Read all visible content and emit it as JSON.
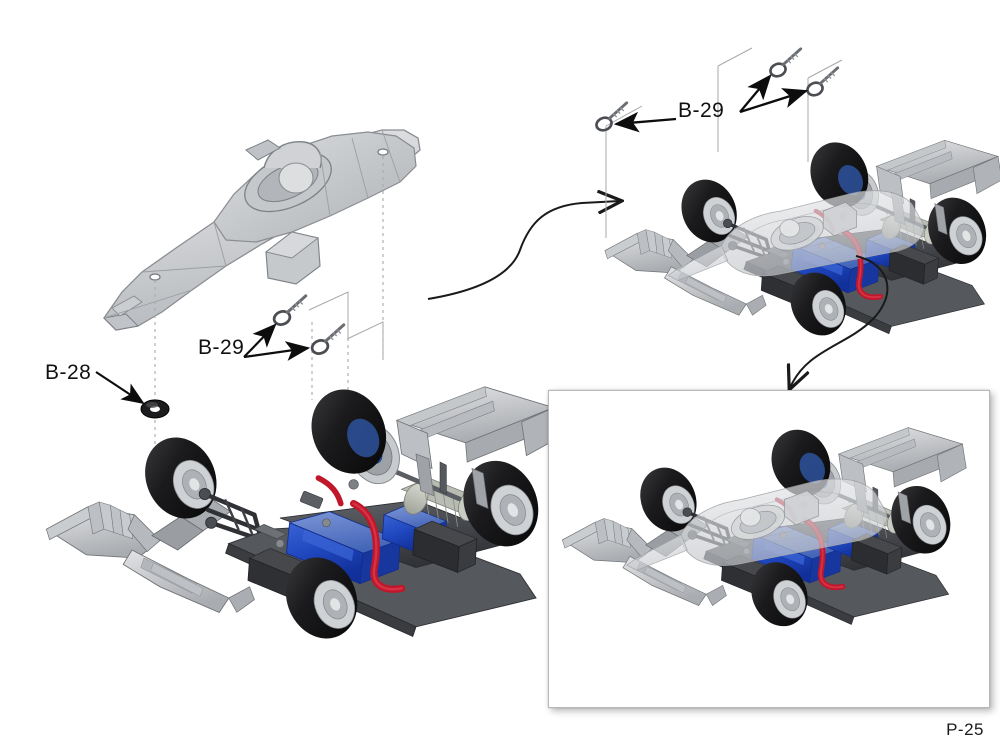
{
  "page": {
    "title": "F1 Chassis Body Mounting Step",
    "page_number": "P-25",
    "background_color": "#ffffff"
  },
  "labels": [
    {
      "id": "b28",
      "text": "B-28",
      "part": "o-ring-grommet",
      "arrow_count": 1
    },
    {
      "id": "b29_left",
      "text": "B-29",
      "part": "body-clip-pin",
      "arrow_count": 2
    },
    {
      "id": "b29_top",
      "text": "B-29",
      "part": "body-clip-pin",
      "arrow_count": 3
    }
  ],
  "colors": {
    "body_shell": "#d3d4d6",
    "body_shell_line": "#8a8d91",
    "chassis_grey": "#bfc2c5",
    "chassis_dark": "#4a4c50",
    "battery_blue": "#1f46bd",
    "wire_red": "#c0172a",
    "tire_black": "#1a1a1a",
    "wheel_silver": "#cfd2d5",
    "arrow_black": "#0d0d0d",
    "guide_line": "#b0b0b0",
    "inset_border": "#b9b9b9",
    "text": "#111111"
  },
  "figures": [
    {
      "name": "body-shell-exploded",
      "caption_parts": [
        "B-28",
        "B-29"
      ],
      "description": "Transparent F1 body shell / nose cone shown above chassis"
    },
    {
      "name": "chassis-assembly-main",
      "description": "Full RC F1 rolling chassis with blue battery, red wiring, black tires"
    },
    {
      "name": "chassis-with-body-step2",
      "description": "Chassis with body fitted, B-29 clips being inserted"
    },
    {
      "name": "completed-car-inset",
      "description": "Finished car in boxed inset"
    }
  ],
  "arrows": {
    "flow_1": "lower-left assembly to upper-right assembly",
    "flow_2": "upper-right assembly to boxed inset"
  }
}
